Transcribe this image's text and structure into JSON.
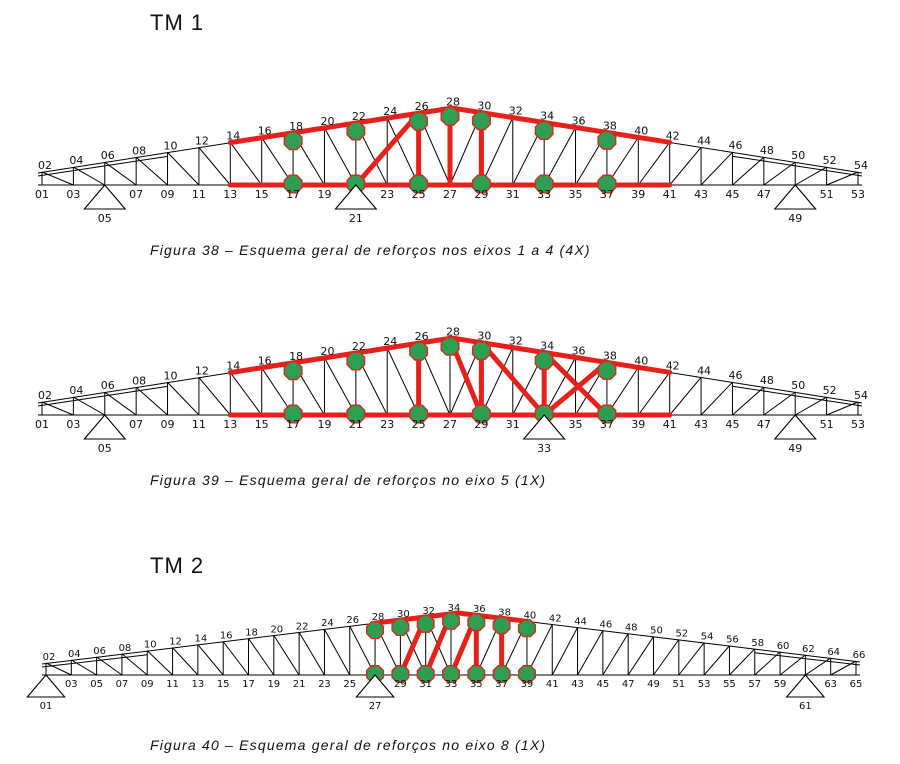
{
  "sections": {
    "tm1_title": "TM 1",
    "tm2_title": "TM 2"
  },
  "colors": {
    "reinforcement": "#e8201c",
    "plate_fill": "#2e9f52",
    "plate_edge": "#d42a1f",
    "truss_line": "#000000"
  },
  "figures": [
    {
      "id": "fig38",
      "caption": "Figura 38 – Esquema geral de reforços nos eixos 1 a 4 (4X)",
      "top_labels": [
        "02",
        "04",
        "06",
        "08",
        "10",
        "12",
        "14",
        "16",
        "18",
        "20",
        "22",
        "24",
        "26",
        "28",
        "30",
        "32",
        "34",
        "36",
        "38",
        "40",
        "42",
        "44",
        "46",
        "48",
        "50",
        "52",
        "54"
      ],
      "bottom_labels": [
        "01",
        "03",
        "05",
        "07",
        "09",
        "11",
        "13",
        "15",
        "17",
        "19",
        "21",
        "23",
        "25",
        "27",
        "29",
        "31",
        "33",
        "35",
        "37",
        "39",
        "41",
        "43",
        "45",
        "47",
        "49",
        "51",
        "53"
      ],
      "supports": [
        "05",
        "21",
        "49"
      ]
    },
    {
      "id": "fig39",
      "caption": "Figura 39 – Esquema geral de reforços no eixo 5 (1X)",
      "top_labels": [
        "02",
        "04",
        "06",
        "08",
        "10",
        "12",
        "14",
        "16",
        "18",
        "20",
        "22",
        "24",
        "26",
        "28",
        "30",
        "32",
        "34",
        "36",
        "38",
        "40",
        "42",
        "44",
        "46",
        "48",
        "50",
        "52",
        "54"
      ],
      "bottom_labels": [
        "01",
        "03",
        "05",
        "07",
        "09",
        "11",
        "13",
        "15",
        "17",
        "19",
        "21",
        "23",
        "25",
        "27",
        "29",
        "31",
        "33",
        "35",
        "37",
        "39",
        "41",
        "43",
        "45",
        "47",
        "49",
        "51",
        "53"
      ],
      "supports": [
        "05",
        "33",
        "49"
      ]
    },
    {
      "id": "fig40",
      "caption": "Figura 40 – Esquema geral de reforços no eixo 8 (1X)",
      "top_labels": [
        "02",
        "04",
        "06",
        "08",
        "10",
        "12",
        "14",
        "16",
        "18",
        "20",
        "22",
        "24",
        "26",
        "28",
        "30",
        "32",
        "34",
        "36",
        "38",
        "40",
        "42",
        "44",
        "46",
        "48",
        "50",
        "52",
        "54",
        "56",
        "58",
        "60",
        "62",
        "64",
        "66"
      ],
      "bottom_labels": [
        "01",
        "03",
        "05",
        "07",
        "09",
        "11",
        "13",
        "15",
        "17",
        "19",
        "21",
        "23",
        "25",
        "27",
        "29",
        "31",
        "33",
        "35",
        "37",
        "39",
        "41",
        "43",
        "45",
        "47",
        "49",
        "51",
        "53",
        "55",
        "57",
        "59",
        "61",
        "63",
        "65"
      ],
      "supports": [
        "01",
        "27",
        "61"
      ]
    }
  ]
}
